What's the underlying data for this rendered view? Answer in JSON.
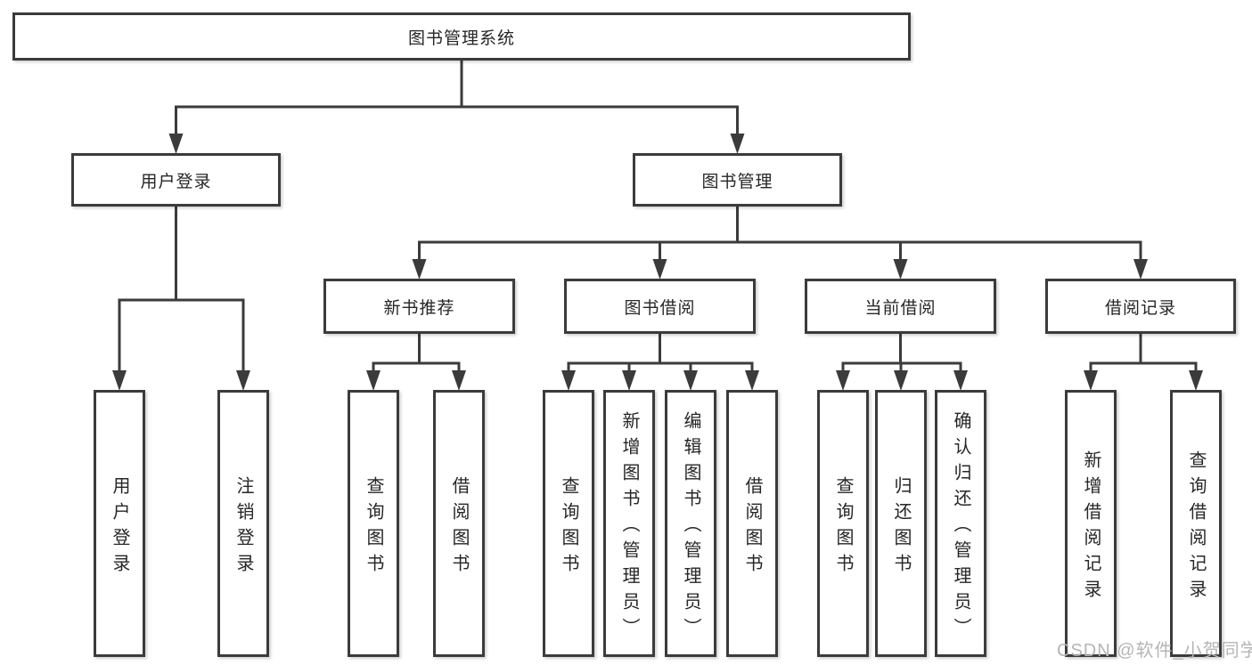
{
  "diagram": {
    "watermark": "CSDN @软件_小贺同学",
    "colors": {
      "line": "#3b3b3b",
      "box_border": "#3b3b3b",
      "box_fill": "#ffffff",
      "text": "#262626",
      "watermark": "#b5b5b5",
      "background": "#ffffff"
    },
    "nodes": {
      "root": {
        "label": "图书管理系统"
      },
      "userLogin": {
        "label": "用户登录"
      },
      "bookMgmt": {
        "label": "图书管理"
      },
      "newBooks": {
        "label": "新书推荐"
      },
      "borrowMgmt": {
        "label": "图书借阅"
      },
      "currentBorrow": {
        "label": "当前借阅"
      },
      "borrowRecords": {
        "label": "借阅记录"
      },
      "leafUserLogin": {
        "label": "用户登录"
      },
      "leafLogout": {
        "label": "注销登录"
      },
      "nbQuery": {
        "label": "查询图书"
      },
      "nbBorrow": {
        "label": "借阅图书"
      },
      "bQuery": {
        "label": "查询图书"
      },
      "bAdd": {
        "label": "新增图书（管理员）"
      },
      "bEdit": {
        "label": "编辑图书（管理员）"
      },
      "bBorrow": {
        "label": "借阅图书"
      },
      "cQuery": {
        "label": "查询图书"
      },
      "cReturn": {
        "label": "归还图书"
      },
      "cConfirm": {
        "label": "确认归还（管理员）"
      },
      "rAdd": {
        "label": "新增借阅记录"
      },
      "rQuery": {
        "label": "查询借阅记录"
      }
    },
    "edges": [
      {
        "from": "root",
        "railY": 120,
        "children": [
          "userLogin",
          "bookMgmt"
        ]
      },
      {
        "from": "userLogin",
        "railY": 337,
        "children": [
          "leafUserLogin",
          "leafLogout"
        ]
      },
      {
        "from": "bookMgmt",
        "railY": 272,
        "children": [
          "newBooks",
          "borrowMgmt",
          "currentBorrow",
          "borrowRecords"
        ]
      },
      {
        "from": "newBooks",
        "railY": 408,
        "children": [
          "nbQuery",
          "nbBorrow"
        ]
      },
      {
        "from": "borrowMgmt",
        "railY": 408,
        "children": [
          "bQuery",
          "bAdd",
          "bEdit",
          "bBorrow"
        ]
      },
      {
        "from": "currentBorrow",
        "railY": 408,
        "children": [
          "cQuery",
          "cReturn",
          "cConfirm"
        ]
      },
      {
        "from": "borrowRecords",
        "railY": 408,
        "children": [
          "rAdd",
          "rQuery"
        ]
      }
    ]
  }
}
